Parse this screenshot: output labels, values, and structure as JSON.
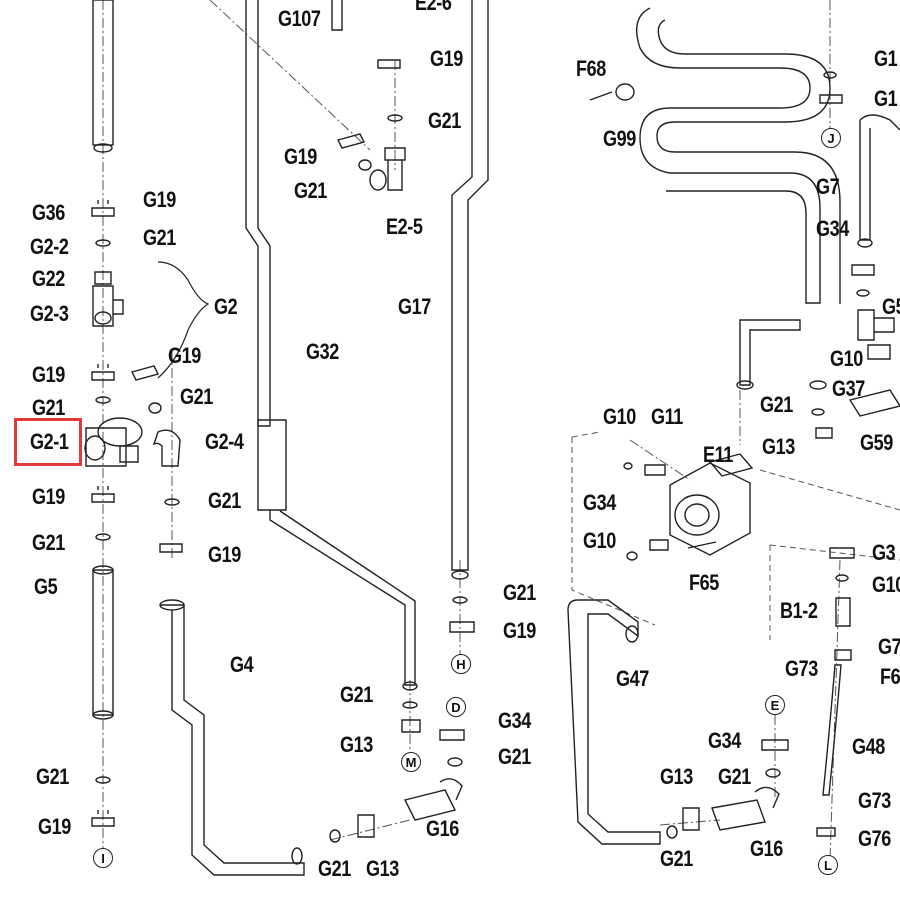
{
  "highlight": {
    "label": "G2-1",
    "color": "#e23a3a"
  },
  "labels": {
    "g107": "G107",
    "e2_6": "E2-6",
    "g19_a": "G19",
    "g21_a": "G21",
    "g19_b": "G19",
    "g21_b": "G21",
    "e2_5": "E2-5",
    "f68": "F68",
    "g99": "G99",
    "g1_a": "G1",
    "g1_b": "G1",
    "g36": "G36",
    "g19_c": "G19",
    "g2_2": "G2-2",
    "g21_c": "G21",
    "g22": "G22",
    "g2_3": "G2-3",
    "g2": "G2",
    "g19_d": "G19",
    "g19_e": "G19",
    "g21_d": "G21",
    "g21_e": "G21",
    "g2_1": "G2-1",
    "g2_4": "G2-4",
    "g19_f": "G19",
    "g21_f": "G21",
    "g21_g": "G21",
    "g19_g": "G19",
    "g5": "G5",
    "g32": "G32",
    "g17": "G17",
    "g4": "G4",
    "g7": "G7",
    "g34_a": "G34",
    "g5b": "G5",
    "g10_a": "G10",
    "g37_a": "G37",
    "g59": "G59",
    "g21_h": "G21",
    "g13_a": "G13",
    "g10_b": "G10",
    "g11": "G11",
    "e11": "E11",
    "g34_b": "G34",
    "g10_c": "G10",
    "f65": "F65",
    "g3": "G3",
    "g10_d": "G10",
    "b1_2": "B1-2",
    "g73_a": "G73",
    "g7b": "G7",
    "f6": "F6",
    "g47": "G47",
    "g21_i": "G21",
    "g19_h": "G19",
    "g21_j": "G21",
    "g34_c": "G34",
    "g13_b": "G13",
    "g21_k": "G21",
    "g21_l": "G21",
    "g19_i": "G19",
    "g16_a": "G16",
    "g21_m": "G21",
    "g13_c": "G13",
    "g34_d": "G34",
    "g21_n": "G21",
    "g13_d": "G13",
    "g48": "G48",
    "g73_b": "G73",
    "g21_o": "G21",
    "g16_b": "G16",
    "g76": "G76"
  },
  "markers": {
    "i": "I",
    "m": "M",
    "d": "D",
    "h": "H",
    "e": "E",
    "l": "L",
    "j": "J"
  }
}
